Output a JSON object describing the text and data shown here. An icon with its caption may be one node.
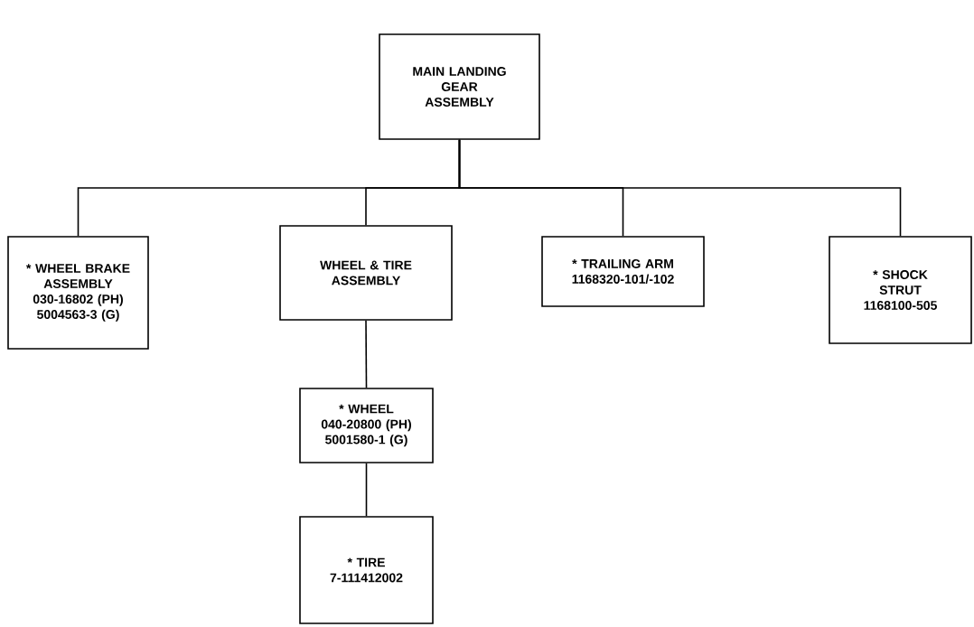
{
  "diagram": {
    "nodes": [
      {
        "text": [
          "MAIN LANDING GEAR ASSEMBLY"
        ]
      },
      {
        "text": [
          "* WHEEL BRAKE ASSEMBLY",
          "030-16802 (PH)",
          "5004563-3 (G)"
        ]
      },
      {
        "text": [
          "WHEEL & TIRE ASSEMBLY"
        ]
      },
      {
        "text": [
          "* TRAILING ARM",
          "1168320-101/-102"
        ]
      },
      {
        "text": [
          "* SHOCK STRUT",
          "1168100-505"
        ]
      },
      {
        "text": [
          "* WHEEL",
          "040-20800 (PH)",
          "5001580-1 (G)"
        ]
      },
      {
        "text": [
          "* TIRE",
          "7-111412002"
        ]
      }
    ],
    "edges": [
      {
        "from": 0,
        "to": 1,
        "arrow": "none"
      },
      {
        "from": 0,
        "to": 2,
        "arrow": "none"
      },
      {
        "from": 0,
        "to": 3,
        "arrow": "none"
      },
      {
        "from": 0,
        "to": 4,
        "arrow": "none"
      },
      {
        "from": 2,
        "to": 5,
        "arrow": "none"
      },
      {
        "from": 5,
        "to": 6,
        "arrow": "none"
      }
    ]
  }
}
